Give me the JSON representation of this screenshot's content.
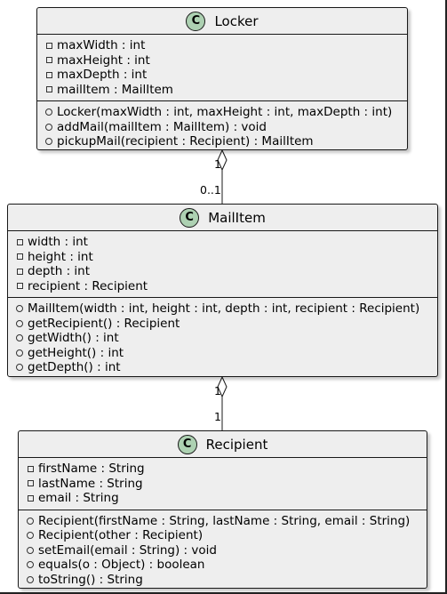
{
  "classes": {
    "locker": {
      "badge": "C",
      "name": "Locker",
      "attributes": [
        {
          "visibility": "private",
          "text": "maxWidth : int"
        },
        {
          "visibility": "private",
          "text": "maxHeight : int"
        },
        {
          "visibility": "private",
          "text": "maxDepth : int"
        },
        {
          "visibility": "private",
          "text": "mailItem : MailItem"
        }
      ],
      "methods": [
        {
          "visibility": "public",
          "text": "Locker(maxWidth : int, maxHeight : int, maxDepth : int)"
        },
        {
          "visibility": "public",
          "text": "addMail(mailItem : MailItem) : void"
        },
        {
          "visibility": "public",
          "text": "pickupMail(recipient : Recipient) : MailItem"
        }
      ]
    },
    "mailitem": {
      "badge": "C",
      "name": "MailItem",
      "attributes": [
        {
          "visibility": "private",
          "text": "width : int"
        },
        {
          "visibility": "private",
          "text": "height : int"
        },
        {
          "visibility": "private",
          "text": "depth : int"
        },
        {
          "visibility": "private",
          "text": "recipient : Recipient"
        }
      ],
      "methods": [
        {
          "visibility": "public",
          "text": "MailItem(width : int, height : int, depth : int, recipient : Recipient)"
        },
        {
          "visibility": "public",
          "text": "getRecipient() : Recipient"
        },
        {
          "visibility": "public",
          "text": "getWidth() : int"
        },
        {
          "visibility": "public",
          "text": "getHeight() : int"
        },
        {
          "visibility": "public",
          "text": "getDepth() : int"
        }
      ]
    },
    "recipient": {
      "badge": "C",
      "name": "Recipient",
      "attributes": [
        {
          "visibility": "private",
          "text": "firstName : String"
        },
        {
          "visibility": "private",
          "text": "lastName : String"
        },
        {
          "visibility": "private",
          "text": "email : String"
        }
      ],
      "methods": [
        {
          "visibility": "public",
          "text": "Recipient(firstName : String, lastName : String, email : String)"
        },
        {
          "visibility": "public",
          "text": "Recipient(other : Recipient)"
        },
        {
          "visibility": "public",
          "text": "setEmail(email : String) : void"
        },
        {
          "visibility": "public",
          "text": "equals(o : Object) : boolean"
        },
        {
          "visibility": "public",
          "text": "toString() : String"
        }
      ]
    }
  },
  "associations": [
    {
      "from": "Locker",
      "to": "MailItem",
      "type": "aggregation",
      "source_multiplicity": "1",
      "target_multiplicity": "0..1"
    },
    {
      "from": "MailItem",
      "to": "Recipient",
      "type": "aggregation",
      "source_multiplicity": "1",
      "target_multiplicity": "1"
    }
  ],
  "colors": {
    "class_fill": "#eeeeee",
    "border": "#181818",
    "badge_fill": "#add1b2"
  }
}
